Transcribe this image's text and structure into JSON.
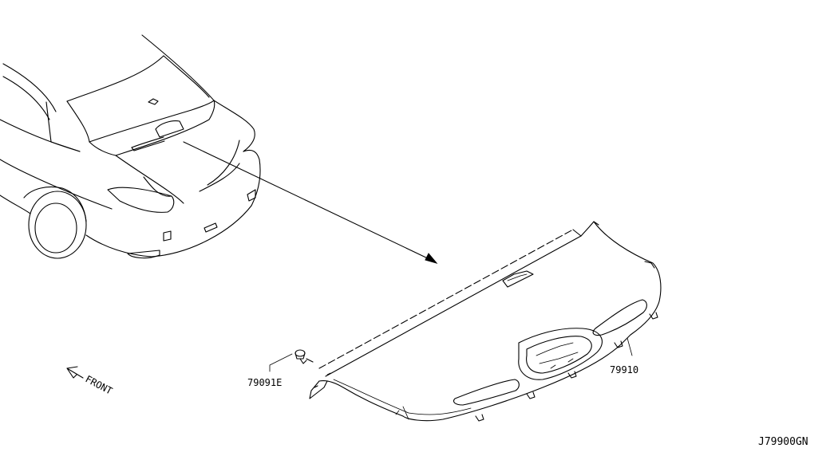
{
  "labels": {
    "part_clip": "79091E",
    "part_board": "79910",
    "front": "FRONT",
    "diagram_code": "J79900GN"
  }
}
